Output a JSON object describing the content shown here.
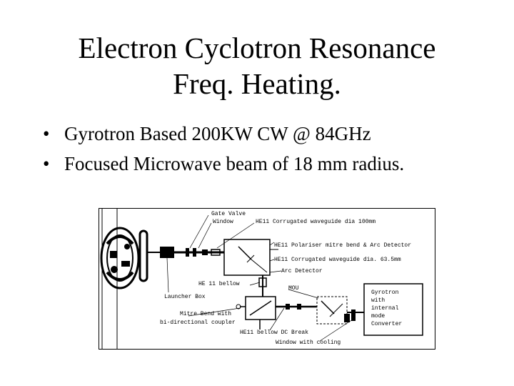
{
  "title": {
    "line1": "Electron Cyclotron Resonance",
    "line2": "Freq. Heating."
  },
  "bullets": [
    "Gyrotron Based 200KW CW @ 84GHz",
    "Focused Microwave beam of  18 mm radius."
  ],
  "bullet_glyph": "•",
  "diagram": {
    "labels": {
      "gate_valve": "Gate Valve",
      "window": "Window",
      "he11_corrugated_1": "HE11 Corrugated waveguide dia 100mm",
      "he11_polariser": "HE11 Polariser mitre bend & Arc Detector",
      "he11_corrugated_2": "HE11 Corrugated waveguide dia. 63.5mm",
      "arc_detector": "Arc Detector",
      "he11_bellow": "HE 11 bellow",
      "launcher_box": "Launcher Box",
      "mou": "MOU",
      "mitre_bend_1": "Mitre Bend with",
      "mitre_bend_2": "bi-directional coupler",
      "he11_bellow_dc": "HE11 bellow DC Break",
      "window_cooling": "Window with cooling",
      "gyrotron_1": "Gyrotron",
      "gyrotron_2": "with",
      "gyrotron_3": "internal",
      "gyrotron_4": "mode",
      "gyrotron_5": "Converter"
    }
  }
}
